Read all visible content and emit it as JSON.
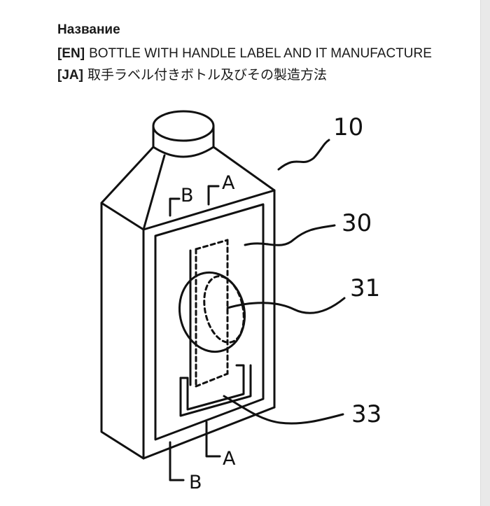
{
  "section": {
    "heading": "Название"
  },
  "titles": [
    {
      "code": "[EN]",
      "text": "BOTTLE WITH HANDLE LABEL AND IT MANUFACTURE"
    },
    {
      "code": "[JA]",
      "text": "取手ラベル付きボトル及びその製造方法"
    }
  ],
  "figure": {
    "reference_numerals": {
      "bottle": "10",
      "label": "30",
      "handle": "31",
      "fold": "33"
    },
    "section_markers": {
      "a_top": "A",
      "b_top": "B",
      "a_bottom": "A",
      "b_bottom": "B"
    }
  }
}
